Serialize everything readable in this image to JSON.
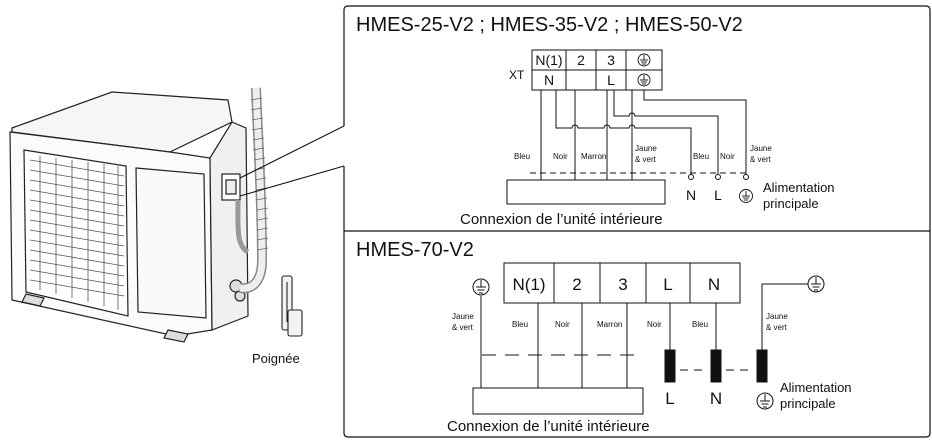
{
  "diagram": {
    "left": {
      "handle_label": "Poignée"
    },
    "top_panel": {
      "title": "HMES-25-V2 ; HMES-35-V2 ; HMES-50-V2",
      "terminal_block_label": "XT",
      "terminals_top": [
        "N(1)",
        "2",
        "3"
      ],
      "terminals_bottom": [
        "N",
        "",
        "L"
      ],
      "wires_indoor": [
        "Bleu",
        "Noir",
        "Marron",
        "Jaune\n& vert"
      ],
      "wires_supply": [
        "Bleu",
        "Noir",
        "Jaune\n& vert"
      ],
      "supply_terminals": [
        "N",
        "L"
      ],
      "supply_label_line1": "Alimentation",
      "supply_label_line2": "principale",
      "indoor_caption": "Connexion de l’unité intérieure"
    },
    "bottom_panel": {
      "title": "HMES-70-V2",
      "terminals": [
        "N(1)",
        "2",
        "3",
        "L",
        "N"
      ],
      "wires": [
        "Bleu",
        "Noir",
        "Marron",
        "Noir",
        "Bleu"
      ],
      "ground_wire_left": "Jaune\n& vert",
      "ground_wire_right": "Jaune\n& vert",
      "supply_terminals": [
        "L",
        "N"
      ],
      "supply_label_line1": "Alimentation",
      "supply_label_line2": "principale",
      "indoor_caption": "Connexion de l’unité intérieure"
    }
  }
}
